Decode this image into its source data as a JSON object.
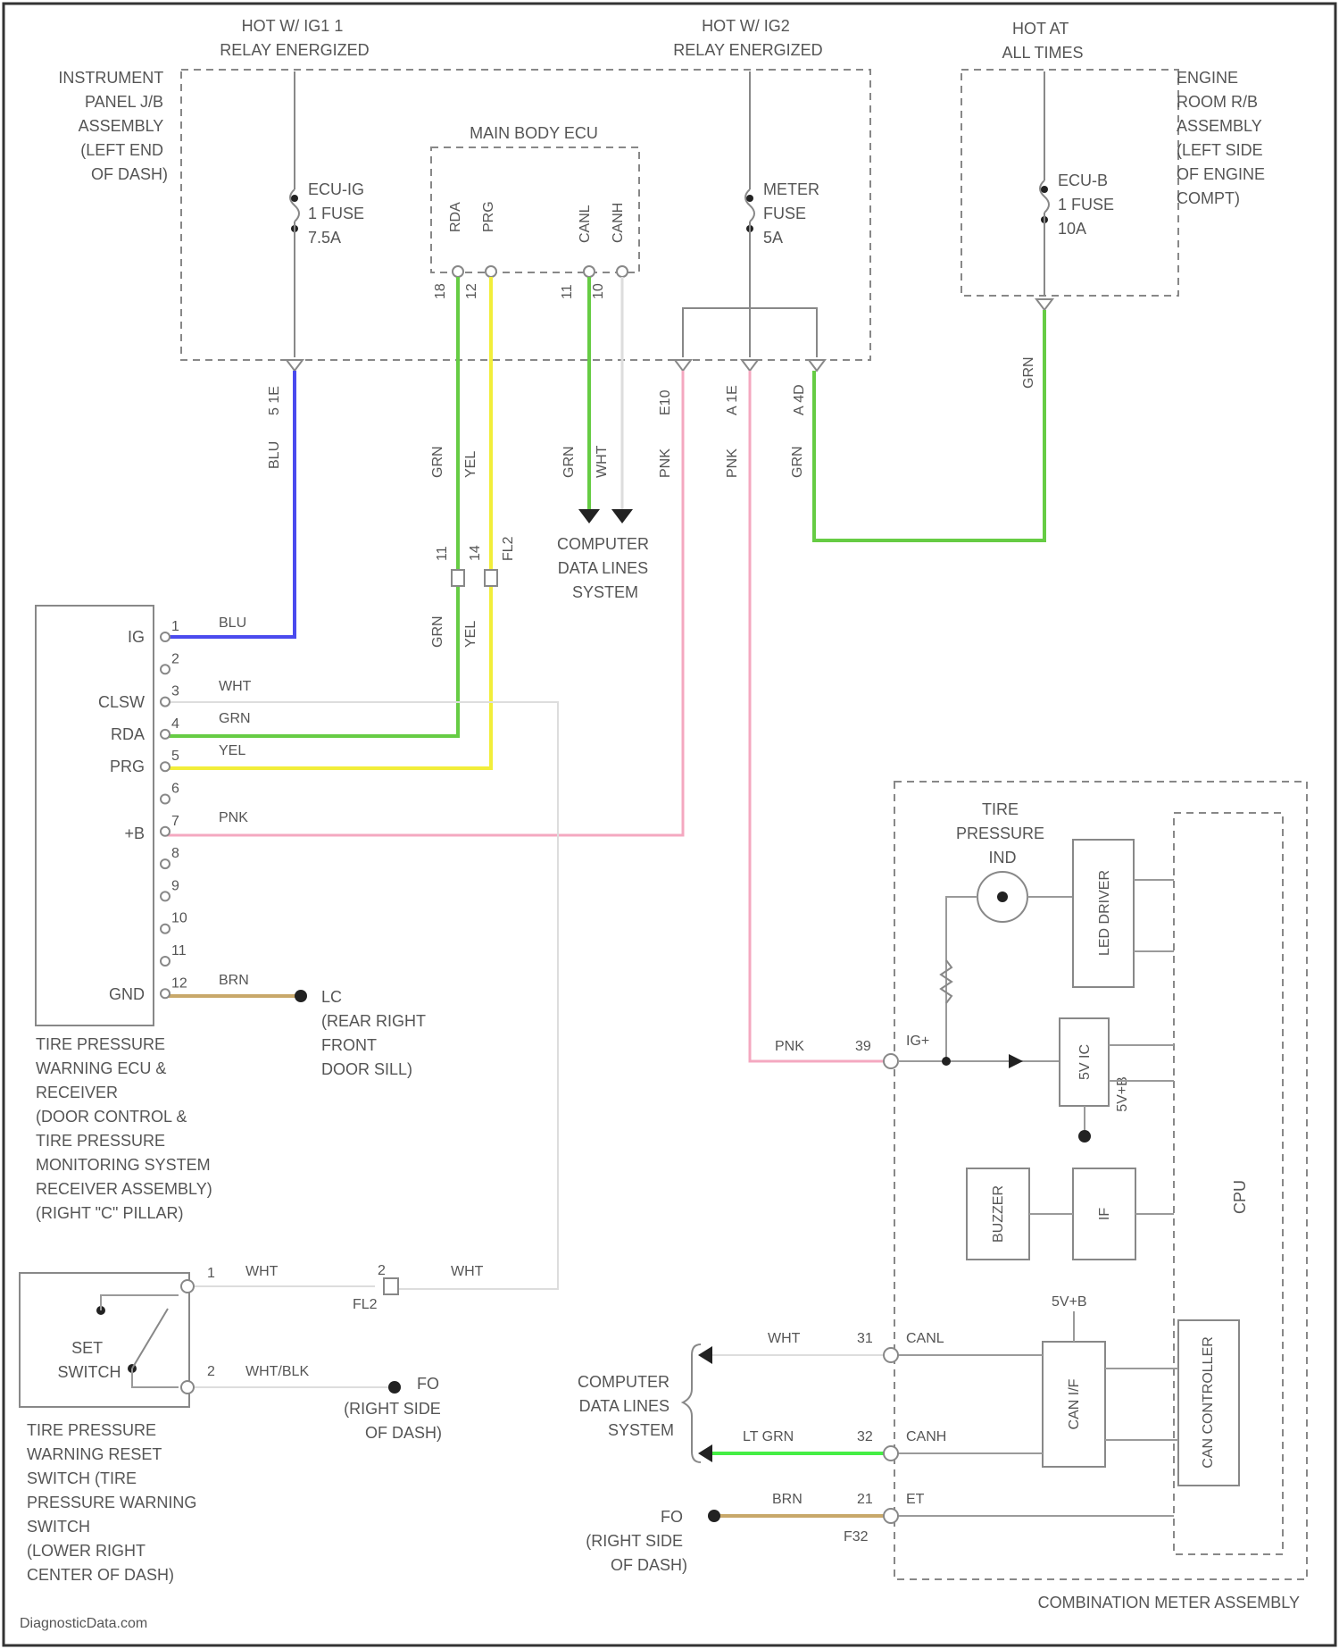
{
  "colors": {
    "blu": "#4a4aee",
    "grn": "#66cc44",
    "yel": "#f2ee3a",
    "pnk": "#f4a8c0",
    "wht": "#dddddd",
    "brn": "#c8a86a",
    "lt_grn": "#44ee44",
    "box_stroke": "#888888"
  },
  "header": {
    "hot_ig1": [
      "HOT W/ IG1 1",
      "RELAY ENERGIZED"
    ],
    "hot_ig2": [
      "HOT W/ IG2",
      "RELAY ENERGIZED"
    ],
    "hot_always": [
      "HOT AT",
      "ALL TIMES"
    ]
  },
  "boxes": {
    "instrument_panel": [
      "INSTRUMENT",
      "PANEL J/B",
      "ASSEMBLY",
      "(LEFT END",
      "OF DASH)"
    ],
    "engine_room": [
      "ENGINE",
      "ROOM R/B",
      "ASSEMBLY",
      "(LEFT SIDE",
      "OF ENGINE",
      "COMPT)"
    ],
    "main_body_ecu": "MAIN BODY ECU",
    "combination_meter": "COMBINATION METER ASSEMBLY"
  },
  "fuses": {
    "ecu_ig": [
      "ECU-IG",
      "1 FUSE",
      "7.5A"
    ],
    "meter": [
      "METER",
      "FUSE",
      "5A"
    ],
    "ecu_b": [
      "ECU-B",
      "1 FUSE",
      "10A"
    ]
  },
  "ecu_pins": {
    "rda": "RDA",
    "prg": "PRG",
    "canl": "CANL",
    "canh": "CANH",
    "n18": "18",
    "n12": "12",
    "n11": "11",
    "n10": "10"
  },
  "jb_pins": {
    "p1": "5 1E",
    "p2": "E10",
    "p3": "A 1E",
    "p4": "A 4D"
  },
  "wire_labels": {
    "blu": "BLU",
    "grn": "GRN",
    "yel": "YEL",
    "wht": "WHT",
    "pnk": "PNK",
    "brn": "BRN",
    "wht_blk": "WHT/BLK",
    "lt_grn": "LT GRN"
  },
  "connectors": {
    "j1": "11",
    "j2": "14",
    "j3": "FL2"
  },
  "computer_data_lines": [
    "COMPUTER",
    "DATA LINES",
    "SYSTEM"
  ],
  "tpms_ecu": {
    "pins": [
      "1",
      "2",
      "3",
      "4",
      "5",
      "6",
      "7",
      "8",
      "9",
      "10",
      "11",
      "12"
    ],
    "labels": {
      "ig": "IG",
      "clsw": "CLSW",
      "rda": "RDA",
      "prg": "PRG",
      "plus_b": "+B",
      "gnd": "GND"
    },
    "title": [
      "TIRE PRESSURE",
      "WARNING ECU &",
      "RECEIVER",
      "(DOOR CONTROL &",
      "TIRE PRESSURE",
      "MONITORING SYSTEM",
      "RECEIVER ASSEMBLY)",
      "(RIGHT \"C\" PILLAR)"
    ]
  },
  "ground_lc": [
    "LC",
    "(REAR RIGHT",
    "FRONT",
    "DOOR SILL)"
  ],
  "ground_fo_1": [
    "FO",
    "(RIGHT SIDE",
    "OF DASH)"
  ],
  "ground_fo_2": [
    "FO",
    "(RIGHT SIDE",
    "OF DASH)"
  ],
  "set_switch": {
    "label": [
      "SET",
      "SWITCH"
    ],
    "pin1": "1",
    "pin2": "2",
    "title": [
      "TIRE PRESSURE",
      "WARNING RESET",
      "SWITCH (TIRE",
      "PRESSURE WARNING",
      "SWITCH",
      "(LOWER RIGHT",
      "CENTER OF DASH)"
    ]
  },
  "fl2_conn": {
    "pin": "2",
    "name": "FL2"
  },
  "meter": {
    "indicator_label": [
      "TIRE",
      "PRESSURE",
      "IND"
    ],
    "led_driver": "LED DRIVER",
    "regulator": "5V IC",
    "buzzer": "BUZZER",
    "interface": "IF",
    "can_if": "CAN I/F",
    "cpu": "CPU",
    "can_controller": "CAN CONTROLLER",
    "pin_ig": "IG+",
    "pin_ig_num": "39",
    "pin_canl": "CANL",
    "pin_canl_num": "31",
    "pin_canh": "CANH",
    "pin_canh_num": "32",
    "pin_et": "ET",
    "pin_et_num": "21",
    "pin_et_conn": "F32",
    "vcc": "5V+B",
    "gnd_ref": "GND"
  },
  "watermark": "DiagnosticData.com"
}
